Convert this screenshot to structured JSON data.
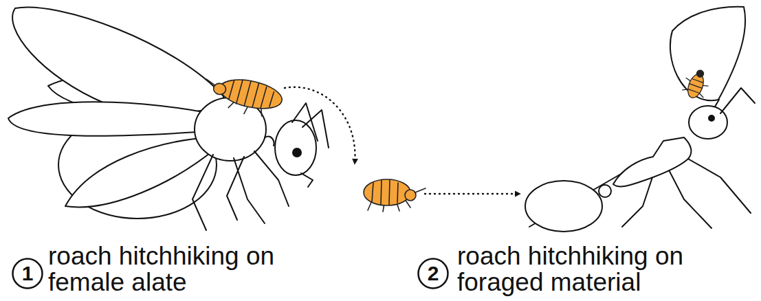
{
  "diagram": {
    "nodes": [
      {
        "text": [
          "1"
        ]
      },
      {
        "text": [
          "2"
        ]
      }
    ],
    "labels": [
      "roach hitchhiking on female alate",
      "roach hitchhiking on foraged material"
    ]
  }
}
